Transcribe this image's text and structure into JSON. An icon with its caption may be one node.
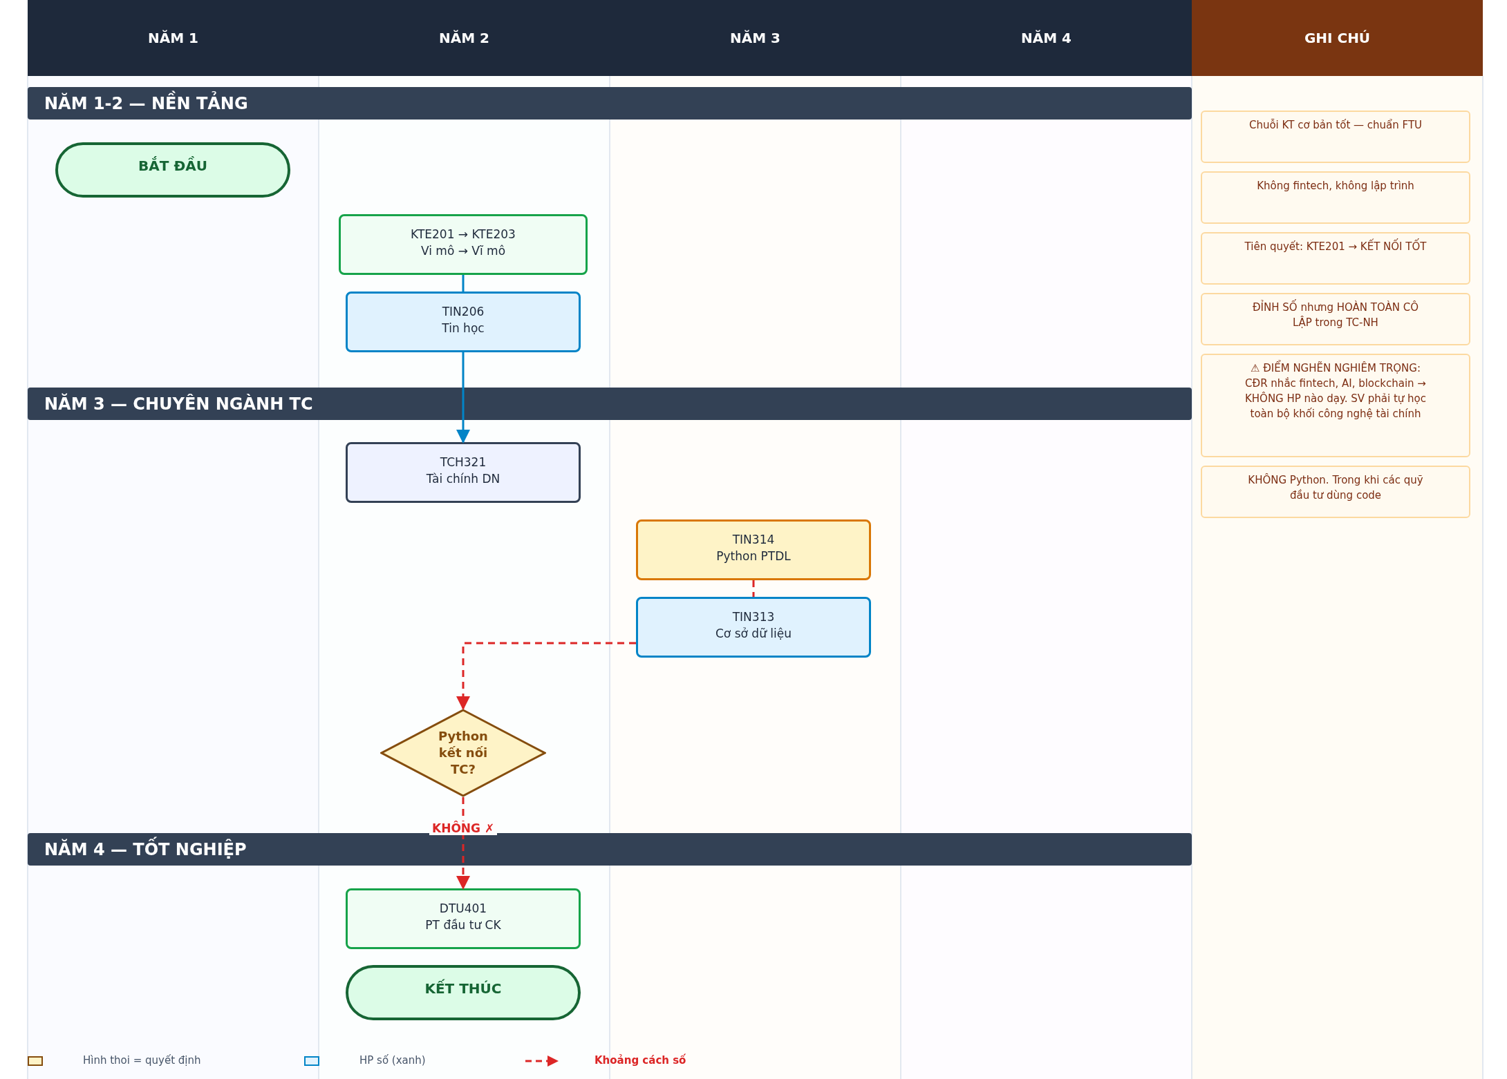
{
  "diagram": {
    "nodes": [
      {
        "text": [
          "NĂM 1"
        ]
      },
      {
        "text": [
          "NĂM 2"
        ]
      },
      {
        "text": [
          "NĂM 3"
        ]
      },
      {
        "text": [
          "NĂM 4"
        ]
      },
      {
        "text": [
          "GHI CHÚ"
        ]
      },
      {
        "text": [
          "BẮT ĐẦU"
        ]
      },
      {
        "text": [
          "KTE201 → KTE203",
          "Vi mô → Vĩ mô"
        ]
      },
      {
        "text": [
          "TIN206",
          "Tin học"
        ]
      },
      {
        "text": [
          "TCH321",
          "Tài chính DN"
        ]
      },
      {
        "text": [
          "TIN314",
          "Python PTDL"
        ]
      },
      {
        "text": [
          "TIN313",
          "Cơ sở dữ liệu"
        ]
      },
      {
        "text": [
          "Python kết nối TC?"
        ]
      },
      {
        "text": [
          "DTU401",
          "PT đầu tư CK"
        ]
      },
      {
        "text": [
          "KẾT THÚC"
        ]
      },
      {
        "text": [
          "Chuỗi KT cơ bản tốt — chuẩn FTU"
        ]
      },
      {
        "text": [
          "Không fintech, không lập trình"
        ]
      },
      {
        "text": [
          "Tiên quyết: KTE201 → KẾT NỐI TỐT"
        ]
      },
      {
        "text": [
          "ĐỈNH SỐ nhưng HOÀN TOÀN CÔ LẬP trong TC-NH"
        ]
      },
      {
        "text": [
          "⚠ ĐIỂM NGHẼN NGHIÊM TRỌNG: CĐR nhắc fintech, AI, blockchain → KHÔNG HP nào dạy. SV phải tự học toàn bộ khối công nghệ tài chính"
        ]
      },
      {
        "text": [
          "KHÔNG Python. Trong khi các quỹ đầu tư dùng code"
        ]
      }
    ],
    "edges": [
      {
        "from": 6,
        "to": 7,
        "arrow": "none",
        "color": "#0284c7"
      },
      {
        "from": 7,
        "to": 8,
        "arrow": "to",
        "color": "#0284c7"
      },
      {
        "from": 9,
        "to": 10,
        "arrow": "none",
        "style": "dashed"
      },
      {
        "from": 10,
        "to": 11,
        "arrow": "to",
        "style": "dashed"
      },
      {
        "from": 11,
        "to": 12,
        "arrow": "to",
        "style": "dashed",
        "label": "KHÔNG ✗"
      }
    ],
    "labels": [
      "NĂM 1-2 — NỀN TẢNG",
      "NĂM 3 — CHUYÊN NGÀNH TC",
      "NĂM 4 — TỐT NGHIỆP"
    ],
    "legend": [
      {
        "text": "Hình thoi = quyết định",
        "color": "#fef3c7"
      },
      {
        "text": "HP số (xanh)",
        "color": "#e0f2fe"
      },
      {
        "text": "Khoảng cách số"
      }
    ]
  }
}
